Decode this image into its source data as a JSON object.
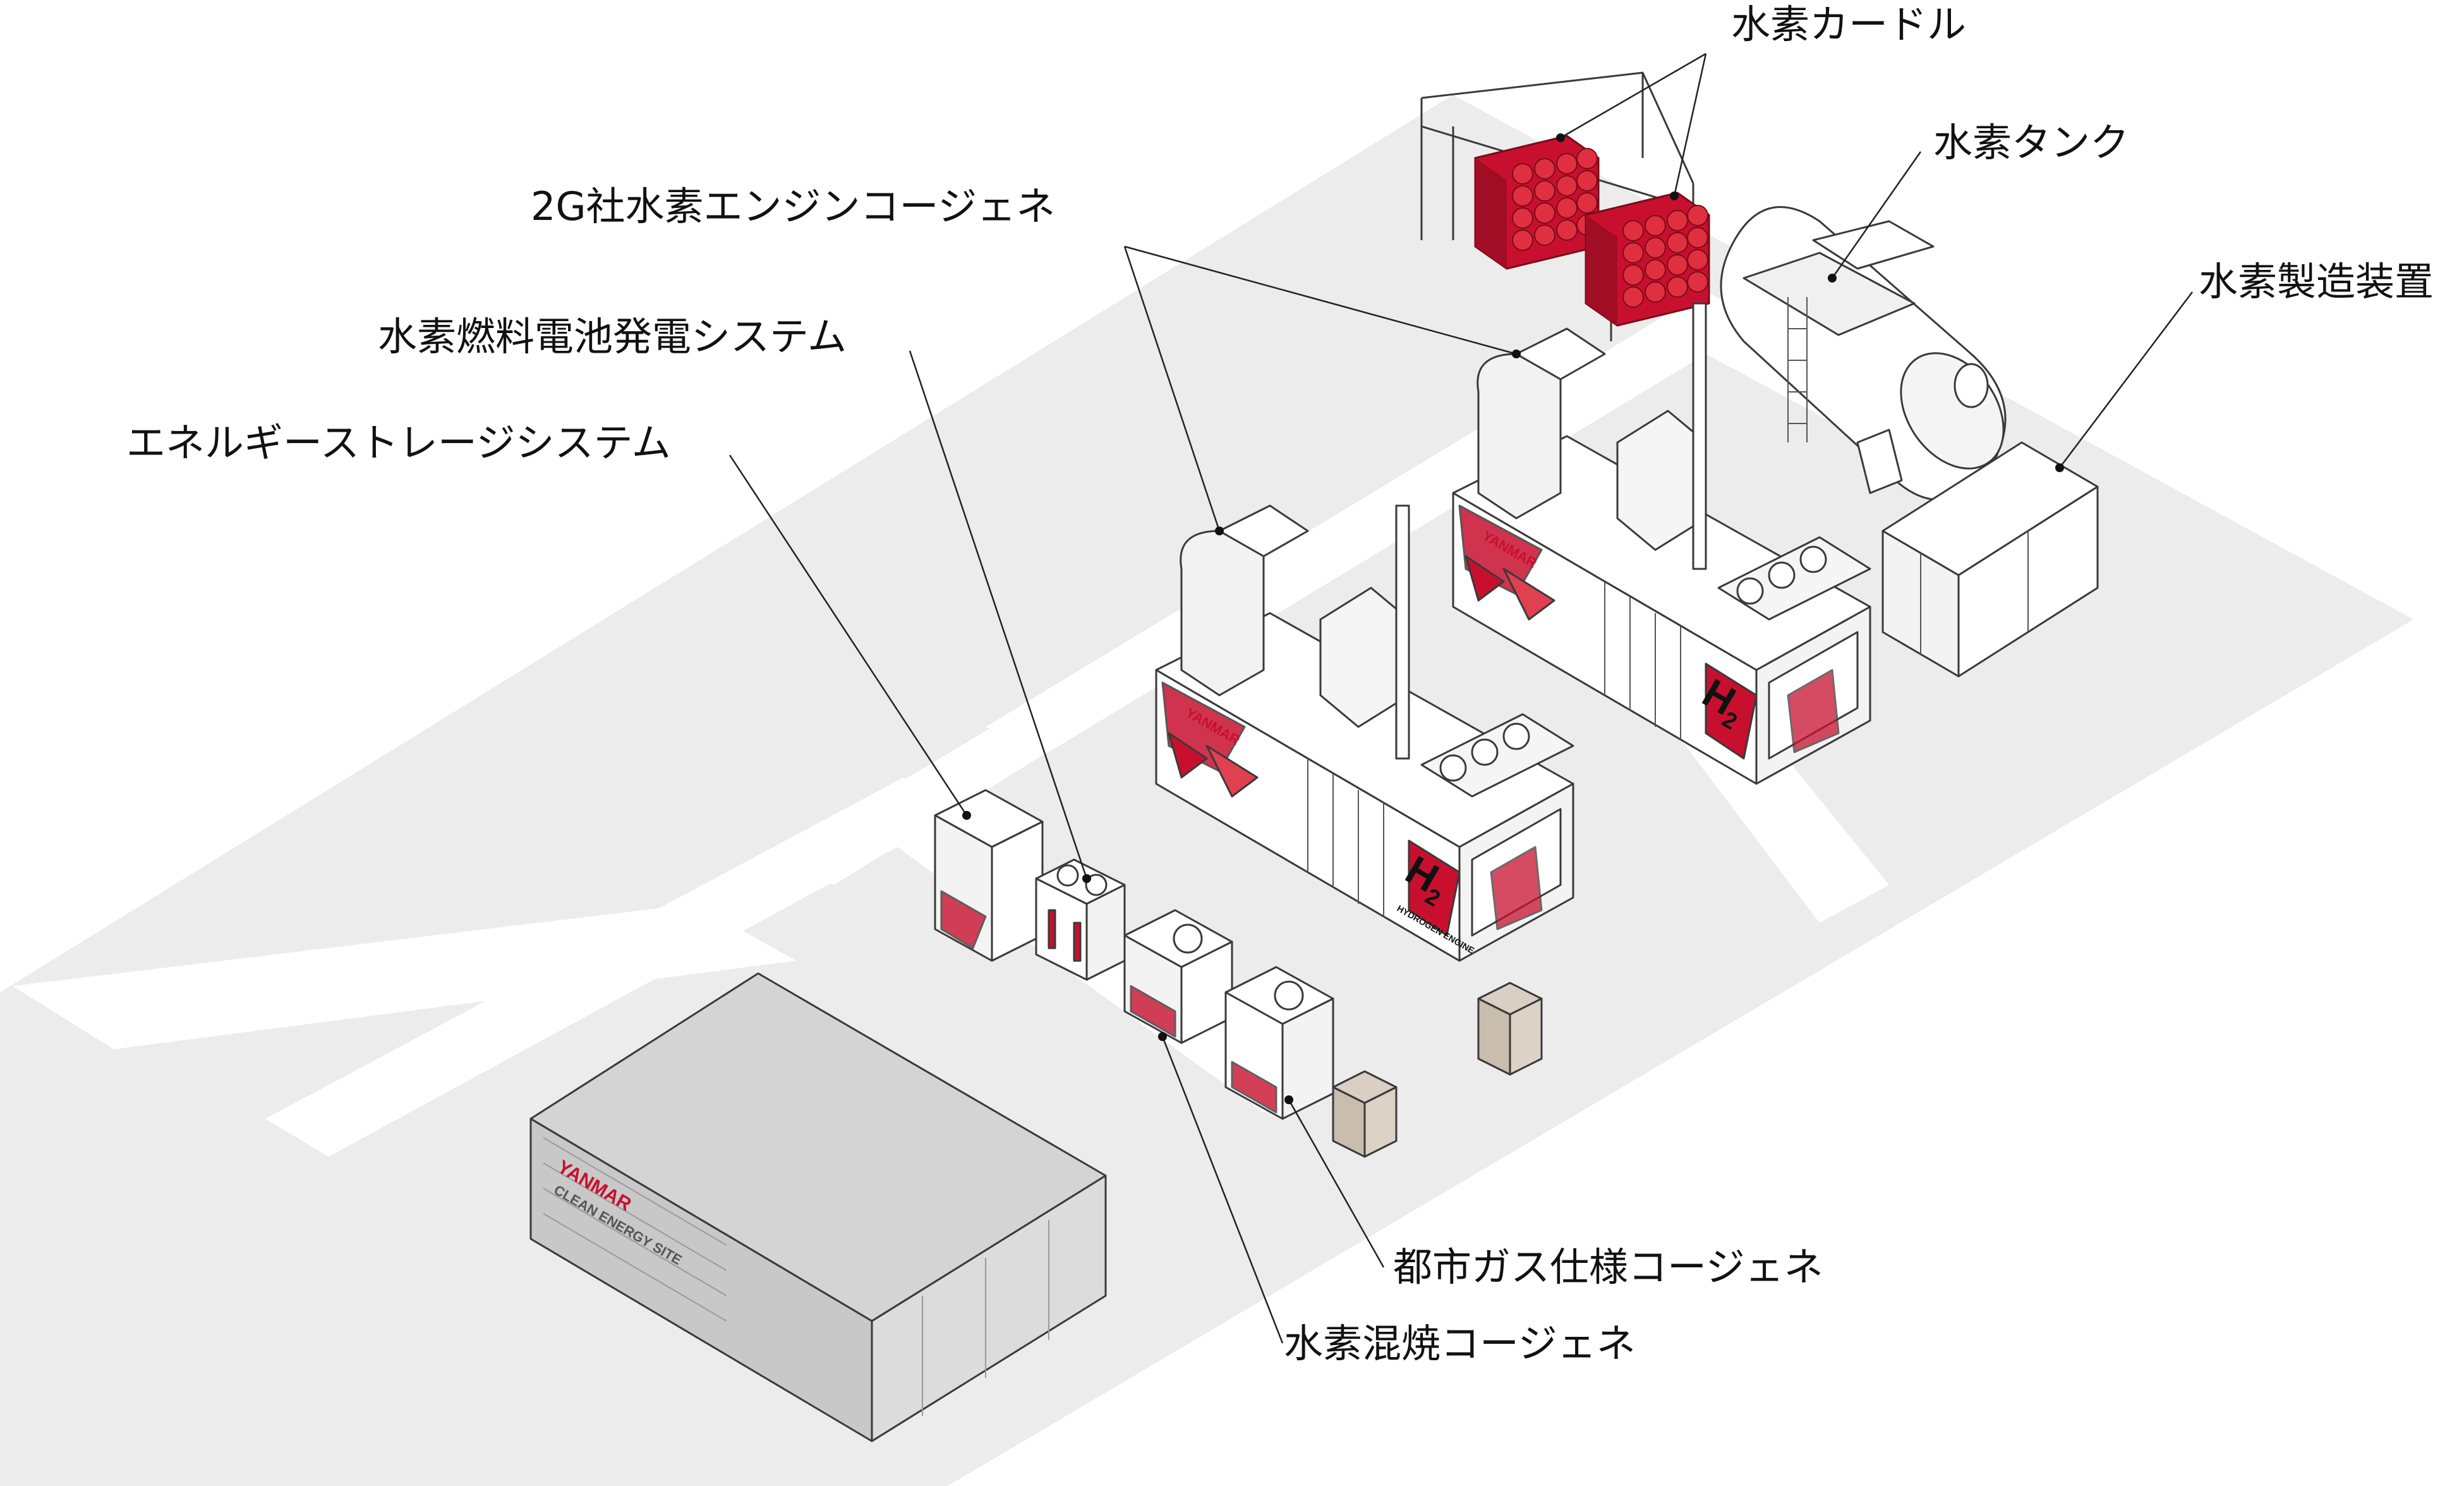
{
  "labels": {
    "hydrogen_cradle": "水素カードル",
    "hydrogen_tank": "水素タンク",
    "engine_2g": "2G社水素エンジンコージェネ",
    "hydrogen_production": "水素製造装置",
    "fuel_cell": "水素燃料電池発電システム",
    "energy_storage": "エネルギーストレージシステム",
    "city_gas_cogen": "都市ガス仕様コージェネ",
    "mixed_cogen": "水素混焼コージェネ"
  },
  "equipment_marks": {
    "brand": "YANMAR",
    "building_sign": "CLEAN ENERGY SITE",
    "h2": "H",
    "h2_sub": "2",
    "engine_side": "HYDROGEN ENGINE"
  },
  "colors": {
    "brand_red": "#c8102e",
    "cylinder_red": "#d0202a",
    "pad_gray": "#ececec",
    "building_gray": "#d9d9d9"
  }
}
